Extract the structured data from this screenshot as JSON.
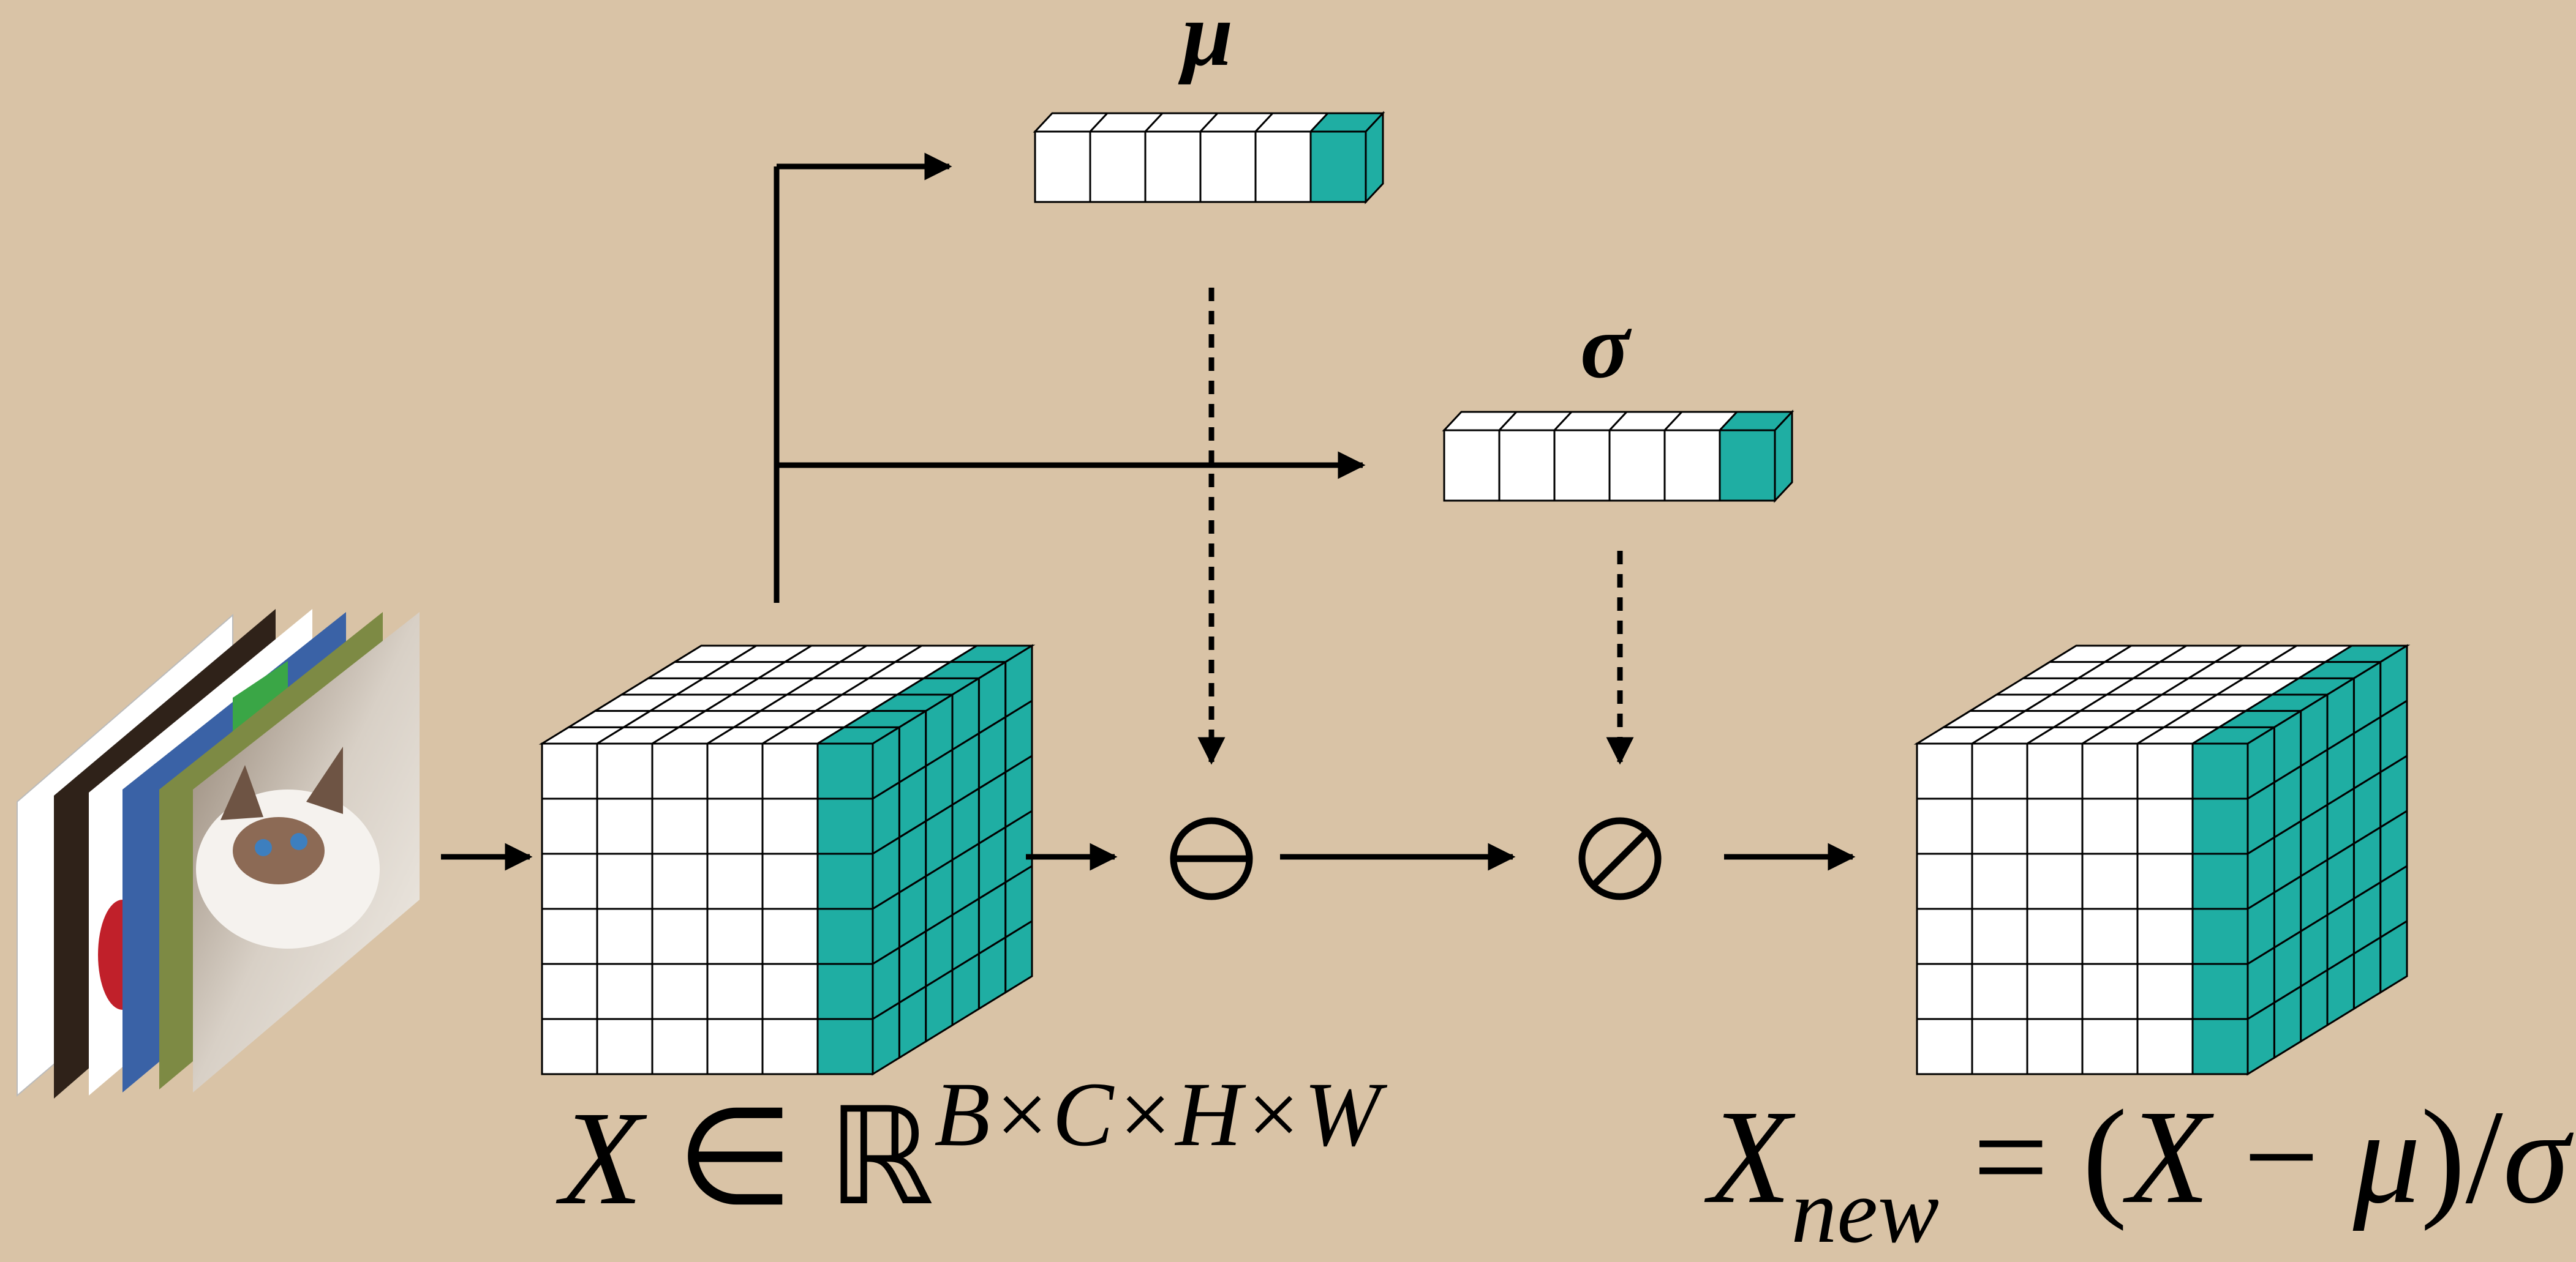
{
  "labels": {
    "mean": "μ",
    "std": "σ"
  },
  "formulas": {
    "input": {
      "var": "X",
      "elem": "∈",
      "set": "ℝ",
      "shape": "B×C×H×W"
    },
    "output": {
      "var": "X",
      "sub": "new",
      "eq": "=",
      "rhs_open": "(",
      "rhs_var": "X",
      "rhs_minus": " − ",
      "rhs_mu": "μ",
      "rhs_close": ")/",
      "rhs_sigma": "σ"
    }
  },
  "operators": {
    "subtract_symbol": "⊖",
    "divide_symbol": "⊘"
  },
  "colors": {
    "background": "#d9c3a6",
    "accent_teal": "#1faea3",
    "cell_fill": "#ffffff",
    "line": "#000000"
  },
  "icons": {
    "image_stack": "photo-stack-icon",
    "arrows": "arrow-right-icon"
  }
}
